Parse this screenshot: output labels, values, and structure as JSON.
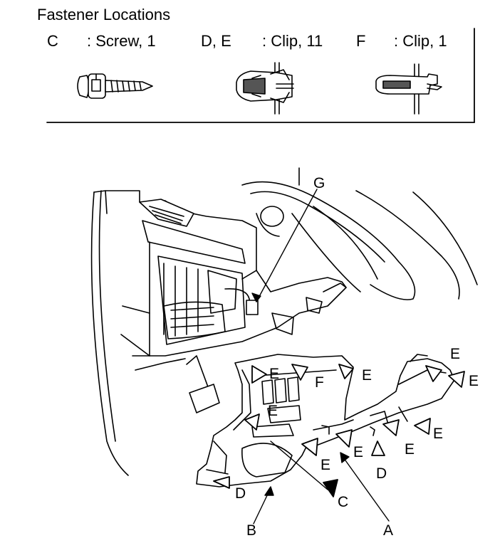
{
  "header": {
    "title": "Fastener Locations",
    "legend": [
      {
        "code": "C",
        "desc": ": Screw, 1"
      },
      {
        "code": "D, E",
        "desc": ": Clip, 11"
      },
      {
        "code": "F",
        "desc": ": Clip, 1"
      }
    ]
  },
  "callouts": {
    "G": "G",
    "F": "F",
    "A": "A",
    "B": "B",
    "C": "C",
    "D": "D",
    "E": "E"
  }
}
